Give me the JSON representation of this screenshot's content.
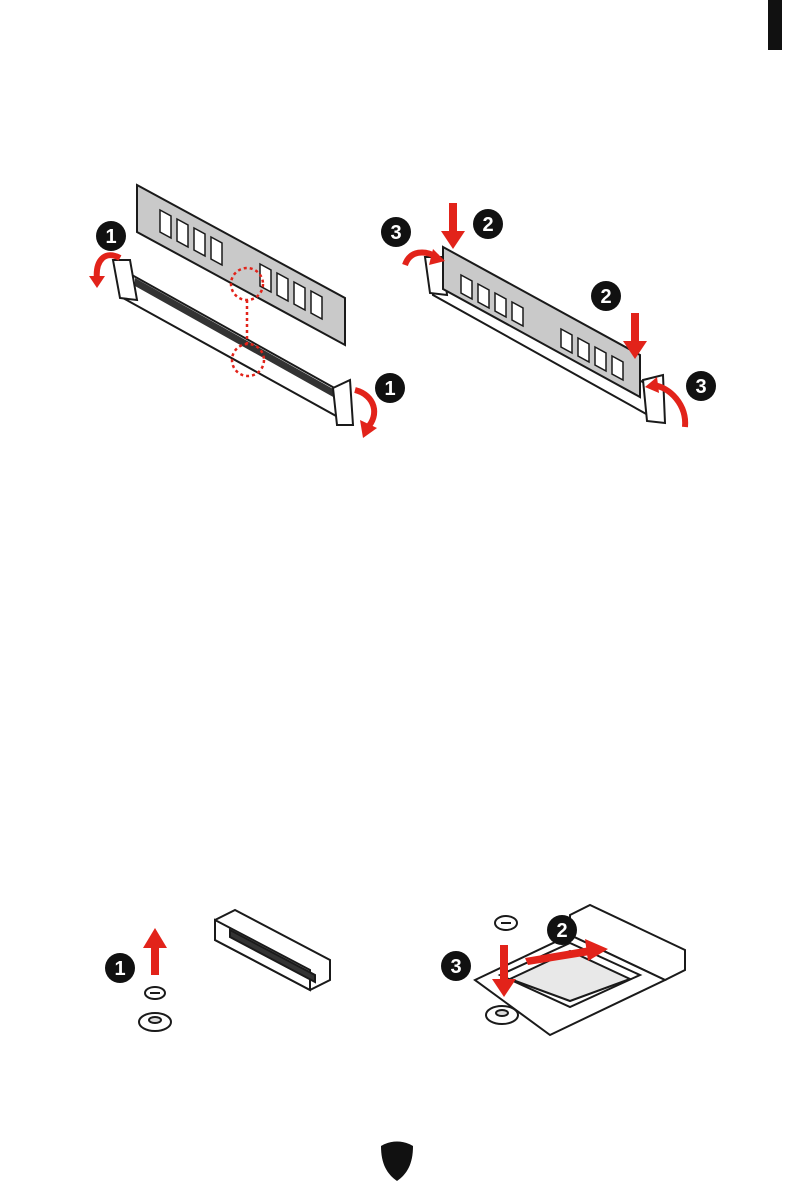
{
  "page": {
    "accent_color": "#e2231a",
    "module_fill": "#c9c9c9",
    "outline_color": "#1a1a1a"
  },
  "dimm_removal": {
    "steps": [
      {
        "number": "1",
        "icon": "release-latch-icon"
      },
      {
        "number": "1",
        "icon": "release-latch-icon"
      }
    ]
  },
  "dimm_install": {
    "steps": [
      {
        "number": "3",
        "icon": "latch-close-icon"
      },
      {
        "number": "2",
        "icon": "press-down-icon"
      },
      {
        "number": "2",
        "icon": "press-down-icon"
      },
      {
        "number": "3",
        "icon": "latch-close-icon"
      }
    ]
  },
  "m2_remove_screw": {
    "steps": [
      {
        "number": "1",
        "icon": "remove-screw-icon"
      }
    ]
  },
  "m2_install": {
    "steps": [
      {
        "number": "2",
        "icon": "slide-in-icon"
      },
      {
        "number": "3",
        "icon": "fasten-screw-icon"
      }
    ]
  },
  "footer": {
    "logo_icon": "msi-shield-icon"
  }
}
